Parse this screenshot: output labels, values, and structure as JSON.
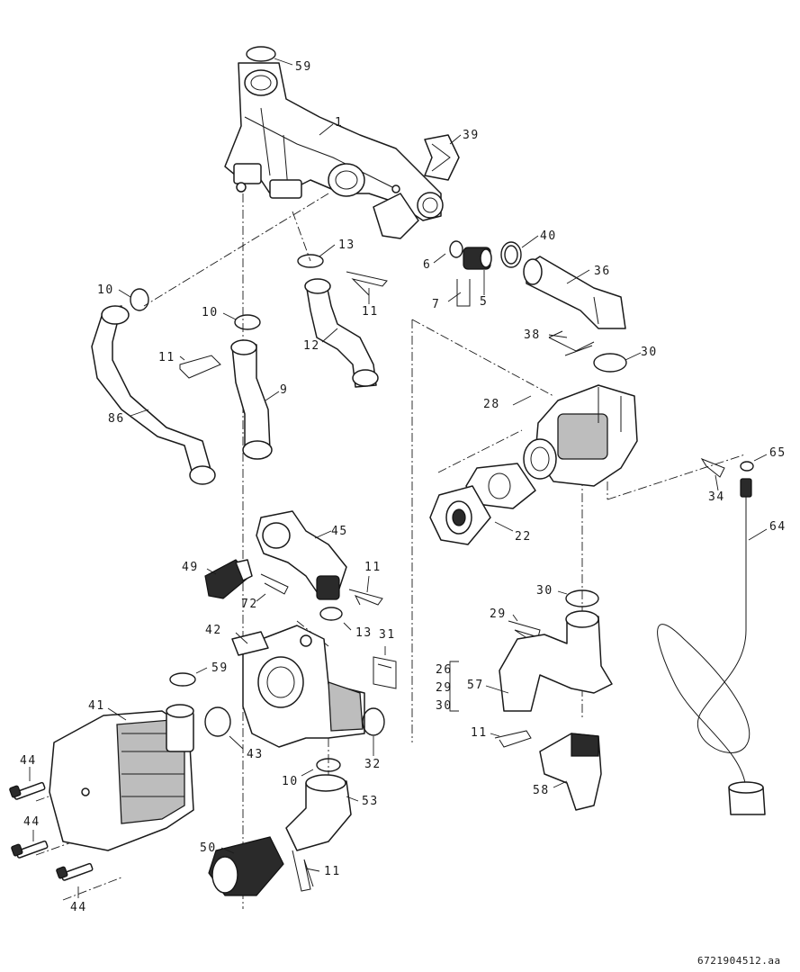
{
  "diagram": {
    "type": "exploded-parts-view",
    "reference_code": "6721904512.aa",
    "callouts": {
      "c59a": "59",
      "c1": "1",
      "c39": "39",
      "c13a": "13",
      "c40": "40",
      "c6": "6",
      "c36": "36",
      "c10a": "10",
      "c10b": "10",
      "c11a": "11",
      "c7": "7",
      "c5": "5",
      "c12": "12",
      "c38": "38",
      "c30a": "30",
      "c11b": "11",
      "c9": "9",
      "c28": "28",
      "c86": "86",
      "c65": "65",
      "c34": "34",
      "c22": "22",
      "c45": "45",
      "c64": "64",
      "c49": "49",
      "c11c": "11",
      "c72": "72",
      "c30b": "30",
      "c29a": "29",
      "c42": "42",
      "c13b": "13",
      "c31": "31",
      "c59b": "59",
      "c26": "26",
      "c29b": "29",
      "c57": "57",
      "c30c": "30",
      "c41": "41",
      "c43": "43",
      "c32": "32",
      "c11d": "11",
      "c44a": "44",
      "c10c": "10",
      "c58": "58",
      "c53": "53",
      "c44b": "44",
      "c50": "50",
      "c11e": "11",
      "c44c": "44"
    }
  }
}
